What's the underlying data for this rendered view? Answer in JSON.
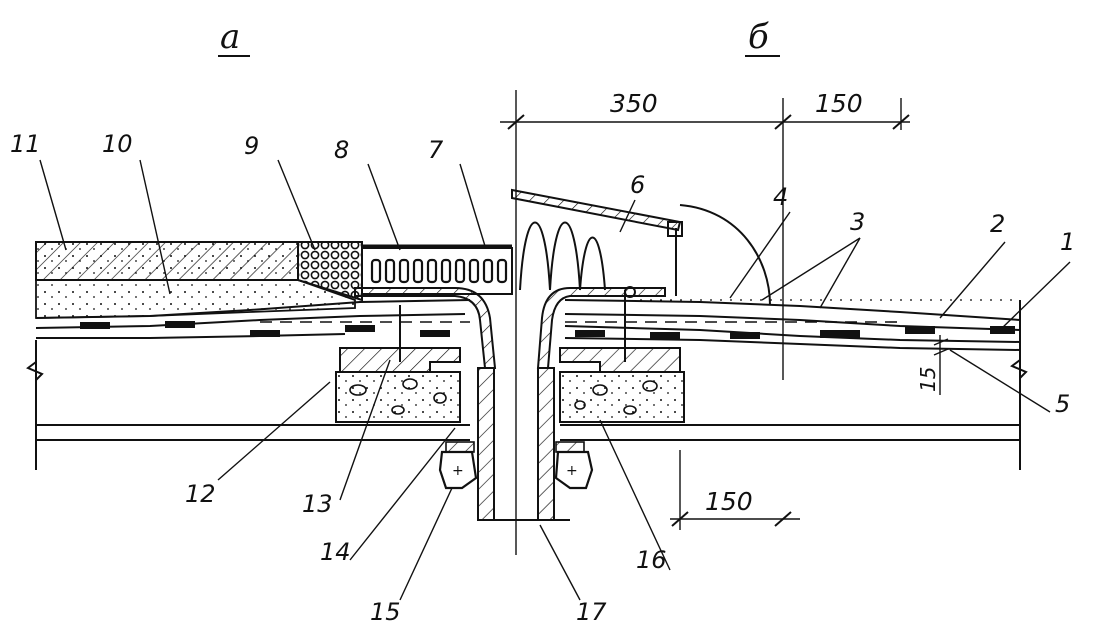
{
  "headers": {
    "left": "а",
    "right": "б"
  },
  "dimensions": {
    "d350": "350",
    "d150_top": "150",
    "d150_bottom": "150",
    "d15": "15"
  },
  "labels": {
    "l1": "1",
    "l2": "2",
    "l3": "3",
    "l4": "4",
    "l5": "5",
    "l6": "6",
    "l7": "7",
    "l8": "8",
    "l9": "9",
    "l10": "10",
    "l11": "11",
    "l12": "12",
    "l13": "13",
    "l14": "14",
    "l15": "15",
    "l16": "16",
    "l17": "17"
  }
}
